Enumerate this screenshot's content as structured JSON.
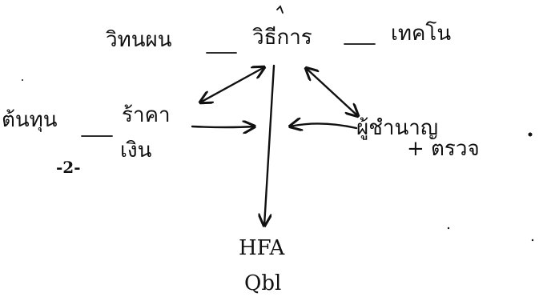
{
  "diagram": {
    "top_left": "วิทนผน",
    "center_top": "วิธีการ",
    "top_right": "เทคโน",
    "far_left": "ต้นทุน",
    "left_mid": "ร้าคา",
    "left_lower": "เงิน",
    "right_mid": "ผู้ชำนาญ",
    "right_lower": "+ ตรวจ",
    "page_number": "-2-",
    "bottom_label_1": "HFA",
    "bottom_label_2": "Qbl"
  },
  "colors": {
    "ink": "#111111",
    "paper": "#ffffff"
  }
}
